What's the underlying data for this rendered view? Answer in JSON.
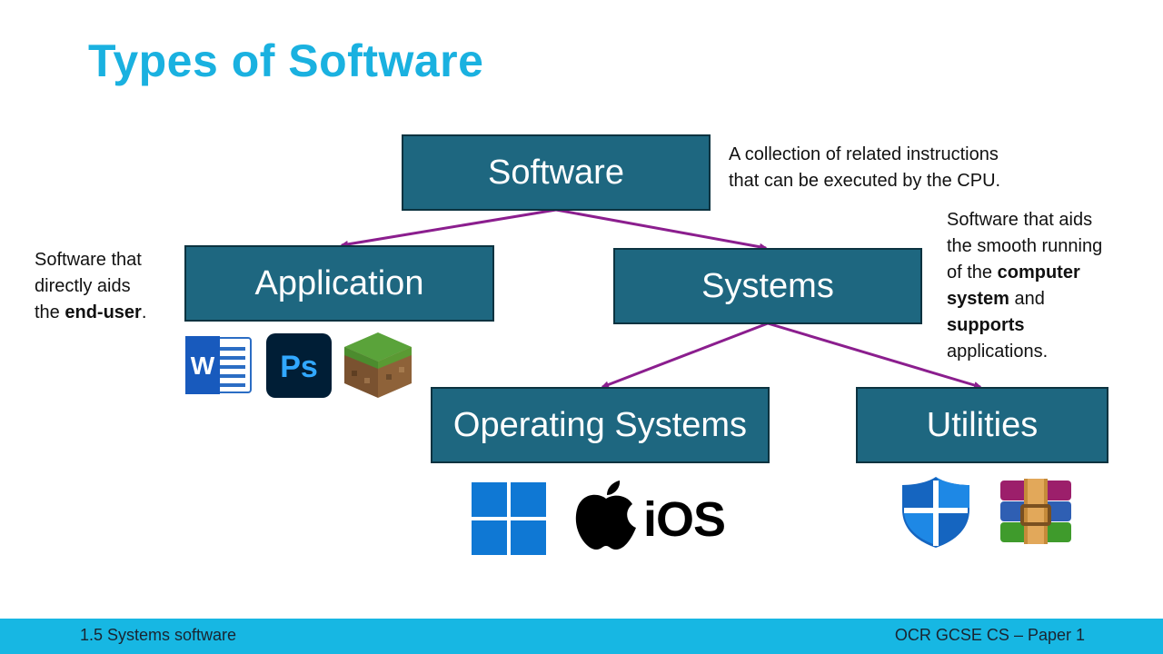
{
  "slide": {
    "title": "Types of Software"
  },
  "nodes": {
    "software": "Software",
    "application": "Application",
    "systems": "Systems",
    "operating_systems": "Operating Systems",
    "utilities": "Utilities"
  },
  "descriptions": {
    "software": [
      "A collection of related instructions",
      "that can be executed by the CPU."
    ],
    "application": {
      "line1": "Software that",
      "line2": "directly aids",
      "line3_pre": "the ",
      "line3_bold": "end-user",
      "line3_post": "."
    },
    "systems": {
      "line1": "Software that aids",
      "line2": "the smooth running",
      "line3_pre": "of the ",
      "line3_bold": "computer",
      "line4_bold": "system",
      "line4_post": " and",
      "line5_bold": "supports",
      "line6": "applications."
    }
  },
  "icons": {
    "word": "word-icon",
    "photoshop": "photoshop-icon",
    "photoshop_text": "Ps",
    "minecraft": "minecraft-icon",
    "windows": "windows-icon",
    "apple": "apple-icon",
    "ios_text": "iOS",
    "defender": "defender-icon",
    "winrar": "winrar-icon"
  },
  "colors": {
    "title": "#1ab1e0",
    "node_fill": "#1e6780",
    "node_border": "#0c3340",
    "arrow": "#8b1e8e",
    "footer": "#17b7e3"
  },
  "footer": {
    "left": "1.5 Systems software",
    "right": "OCR GCSE CS – Paper 1"
  }
}
